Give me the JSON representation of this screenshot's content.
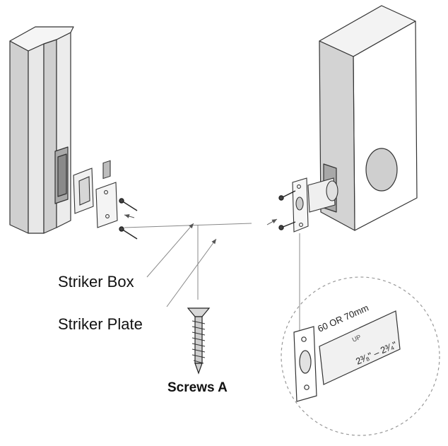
{
  "labels": {
    "striker_box": "Striker Box",
    "striker_plate": "Striker Plate",
    "screws": "Screws A"
  },
  "detail": {
    "backset": "60 OR 70mm",
    "up": "UP",
    "range": "2³⁄₈\" – 2³⁄₄\""
  },
  "colors": {
    "line": "#333333",
    "face_light": "#f2f2f2",
    "face_mid": "#d9d9d9",
    "face_dark": "#bdbdbd"
  }
}
